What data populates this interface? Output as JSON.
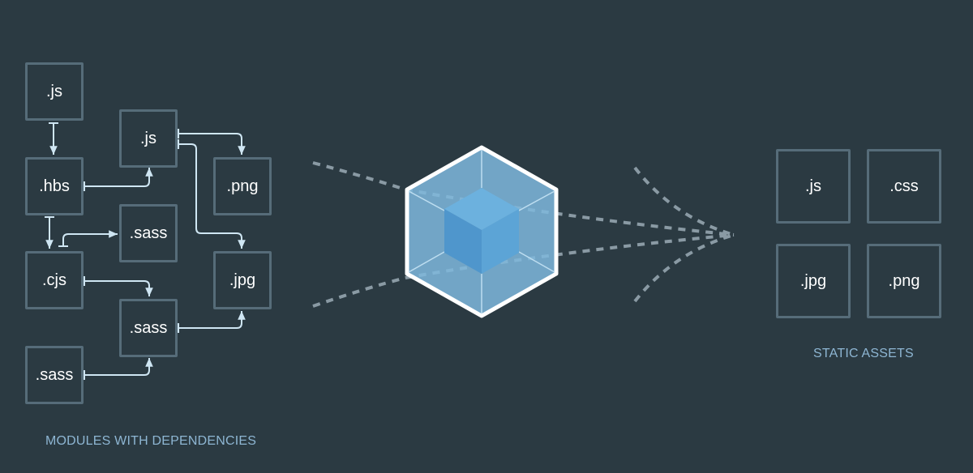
{
  "modules": {
    "caption": "MODULES WITH DEPENDENCIES",
    "items": [
      ".js",
      ".hbs",
      ".cjs",
      ".sass",
      ".js",
      ".sass",
      ".sass",
      ".png",
      ".jpg"
    ]
  },
  "assets": {
    "caption": "STATIC ASSETS",
    "items": [
      ".js",
      ".css",
      ".jpg",
      ".png"
    ]
  },
  "colors": {
    "background": "#2b3a42",
    "box_border": "#566c79",
    "arrow": "#cfe6f3",
    "cube_outer": "#8ed6fb",
    "cube_inner": "#1c78c0",
    "caption": "#8eb6d3"
  }
}
